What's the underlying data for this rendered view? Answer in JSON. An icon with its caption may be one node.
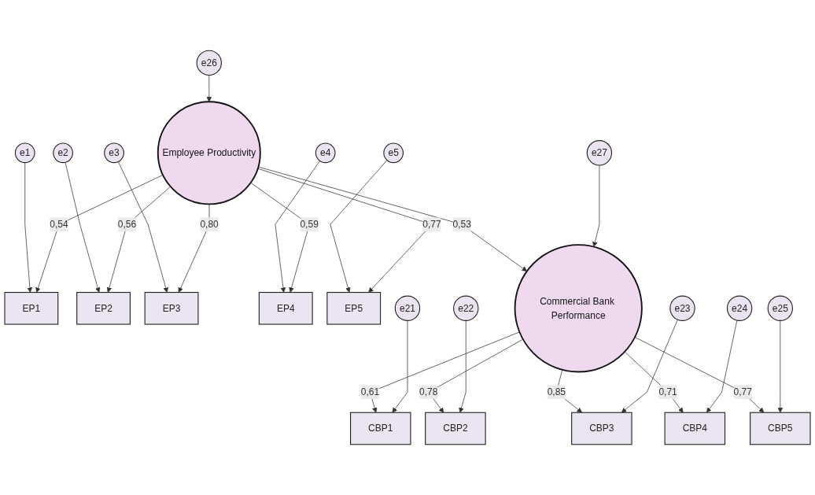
{
  "diagram": {
    "nodes": [
      {
        "text": [
          "e1"
        ]
      },
      {
        "text": [
          "e2"
        ]
      },
      {
        "text": [
          "e3"
        ]
      },
      {
        "text": [
          "e4"
        ]
      },
      {
        "text": [
          "e5"
        ]
      },
      {
        "text": [
          "EP1"
        ]
      },
      {
        "text": [
          "EP2"
        ]
      },
      {
        "text": [
          "EP3"
        ]
      },
      {
        "text": [
          "EP4"
        ]
      },
      {
        "text": [
          "EP5"
        ]
      },
      {
        "text": [
          "e26"
        ]
      },
      {
        "text": [
          "Employee Productivity"
        ]
      },
      {
        "text": [
          "e27"
        ]
      },
      {
        "text": [
          "Commercial Bank Performance"
        ]
      },
      {
        "text": [
          "CBP1"
        ]
      },
      {
        "text": [
          "CBP2"
        ]
      },
      {
        "text": [
          "CBP3"
        ]
      },
      {
        "text": [
          "CBP4"
        ]
      },
      {
        "text": [
          "CBP5"
        ]
      },
      {
        "text": [
          "e21"
        ]
      },
      {
        "text": [
          "e22"
        ]
      },
      {
        "text": [
          "e23"
        ]
      },
      {
        "text": [
          "e24"
        ]
      },
      {
        "text": [
          "e25"
        ]
      }
    ],
    "edges": [
      {
        "from": 0,
        "to": 5,
        "arrow": "to"
      },
      {
        "from": 1,
        "to": 6,
        "arrow": "to"
      },
      {
        "from": 2,
        "to": 7,
        "arrow": "to"
      },
      {
        "from": 3,
        "to": 8,
        "arrow": "to"
      },
      {
        "from": 4,
        "to": 9,
        "arrow": "to"
      },
      {
        "from": 11,
        "to": 5,
        "label": "0,54",
        "arrow": "to"
      },
      {
        "from": 11,
        "to": 6,
        "label": "0,56",
        "arrow": "to"
      },
      {
        "from": 11,
        "to": 7,
        "label": "0,80",
        "arrow": "to"
      },
      {
        "from": 11,
        "to": 8,
        "label": "0,59",
        "arrow": "to"
      },
      {
        "from": 11,
        "to": 9,
        "label": "0,77",
        "arrow": "to"
      },
      {
        "from": 10,
        "to": 11,
        "arrow": "to"
      },
      {
        "from": 11,
        "to": 13,
        "label": "0,53",
        "arrow": "to"
      },
      {
        "from": 12,
        "to": 13,
        "arrow": "to"
      },
      {
        "from": 13,
        "to": 14,
        "label": "0,61",
        "arrow": "to"
      },
      {
        "from": 13,
        "to": 15,
        "label": "0,78",
        "arrow": "to"
      },
      {
        "from": 13,
        "to": 16,
        "label": "0,85",
        "arrow": "to"
      },
      {
        "from": 13,
        "to": 17,
        "label": "0,71",
        "arrow": "to"
      },
      {
        "from": 13,
        "to": 18,
        "label": "0,77",
        "arrow": "to"
      },
      {
        "from": 19,
        "to": 14,
        "arrow": "to"
      },
      {
        "from": 20,
        "to": 15,
        "arrow": "to"
      },
      {
        "from": 21,
        "to": 16,
        "arrow": "to"
      },
      {
        "from": 22,
        "to": 17,
        "arrow": "to"
      },
      {
        "from": 23,
        "to": 18,
        "arrow": "to"
      }
    ]
  }
}
